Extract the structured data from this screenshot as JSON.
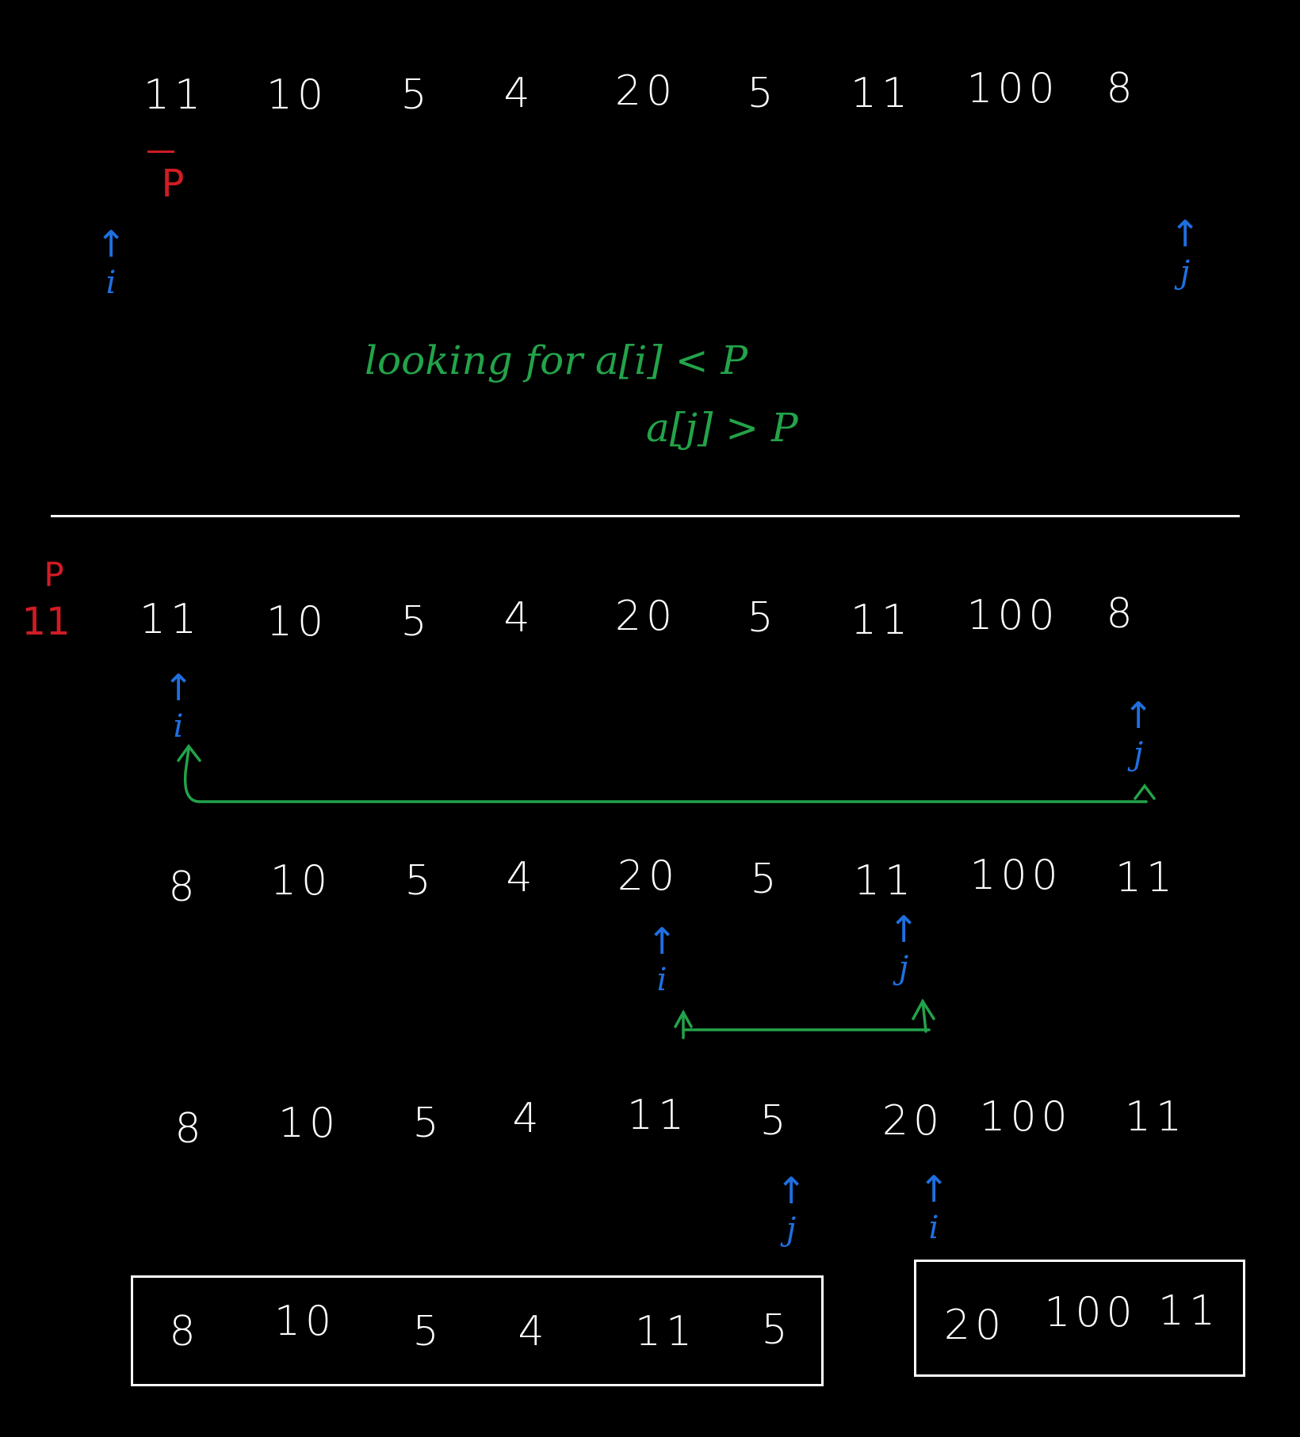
{
  "rows": [
    {
      "values": [
        "11",
        "10",
        "5",
        "4",
        "20",
        "5",
        "11",
        "100",
        "8"
      ]
    },
    {
      "values": [
        "11",
        "10",
        "5",
        "4",
        "20",
        "5",
        "11",
        "100",
        "8"
      ]
    },
    {
      "values": [
        "8",
        "10",
        "5",
        "4",
        "20",
        "5",
        "11",
        "100",
        "11"
      ]
    },
    {
      "values": [
        "8",
        "10",
        "5",
        "4",
        "11",
        "5",
        "20",
        "100",
        "11"
      ]
    }
  ],
  "pivot": {
    "label": "P",
    "value": "11"
  },
  "pointers": {
    "i": "i",
    "j": "j",
    "arrow": "↑"
  },
  "note": {
    "line1": "looking for  a[i] < P",
    "line2": "a[j] > P"
  },
  "partitions": {
    "left": [
      "8",
      "10",
      "5",
      "4",
      "11",
      "5"
    ],
    "right": [
      "20",
      "100",
      "11"
    ]
  },
  "colors": {
    "text": "#ffffff",
    "pivot": "#d01c24",
    "pointer": "#1f6fe0",
    "swap": "#23a34a",
    "background": "#000000"
  }
}
